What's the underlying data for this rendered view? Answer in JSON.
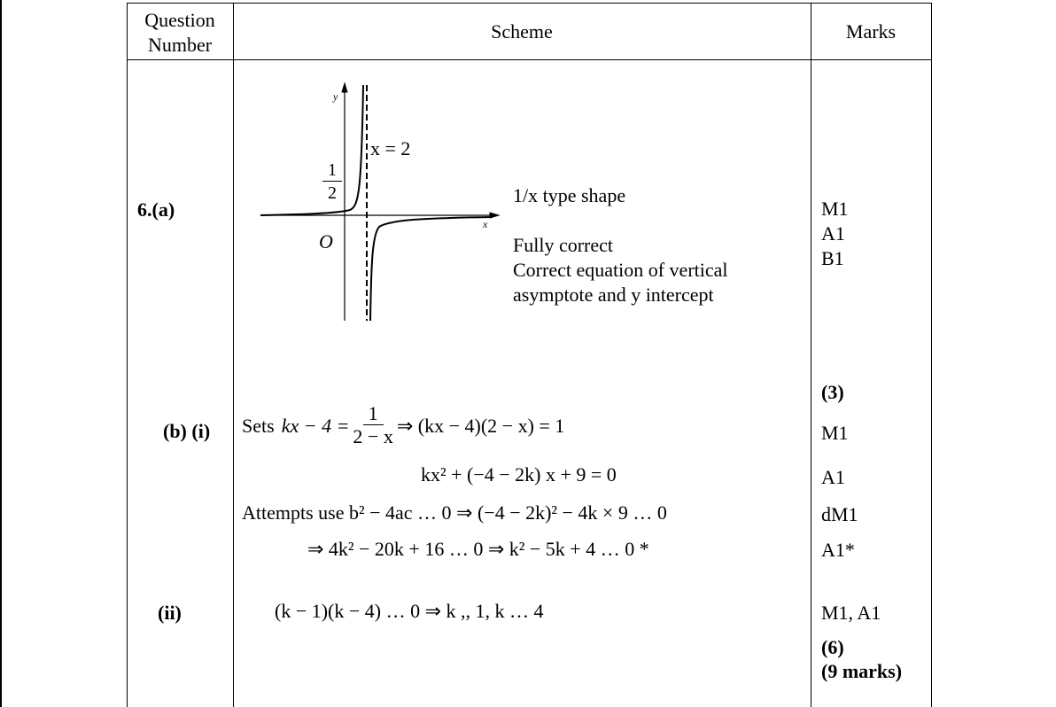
{
  "header": {
    "question_number": "Question Number",
    "q1": "Question",
    "q2": "Number",
    "scheme": "Scheme",
    "marks": "Marks"
  },
  "part_a": {
    "label": "6.(a)",
    "graph": {
      "y_label": "y",
      "x_label": "x",
      "origin": "O",
      "asymptote": "x = 2",
      "intercept_num": "1",
      "intercept_den": "2"
    },
    "notes": [
      "1/x type shape",
      "Fully correct",
      "Correct equation of vertical",
      "asymptote and y intercept"
    ],
    "marks": [
      "M1",
      "A1",
      "B1"
    ],
    "total": "(3)"
  },
  "part_b": {
    "label_i": "(b) (i)",
    "line1_prefix": "Sets",
    "line1_lhs": "kx − 4 =",
    "line1_num": "1",
    "line1_den": "2 − x",
    "line1_rhs": "⇒ (kx − 4)(2 − x) = 1",
    "line2": "kx² + (−4 − 2k) x + 9 = 0",
    "line3": "Attempts use b² − 4ac … 0  ⇒ (−4 − 2k)² − 4k × 9 … 0",
    "line4": "⇒ 4k² − 20k + 16 … 0 ⇒ k² − 5k + 4 … 0   *",
    "marks_i": [
      "M1",
      "A1",
      "dM1",
      "A1*"
    ],
    "label_ii": "(ii)",
    "line5": "(k − 1)(k − 4) … 0 ⇒ k ,,  1, k … 4",
    "marks_ii": "M1, A1",
    "total": "(6)",
    "grand_total": "(9 marks)"
  }
}
